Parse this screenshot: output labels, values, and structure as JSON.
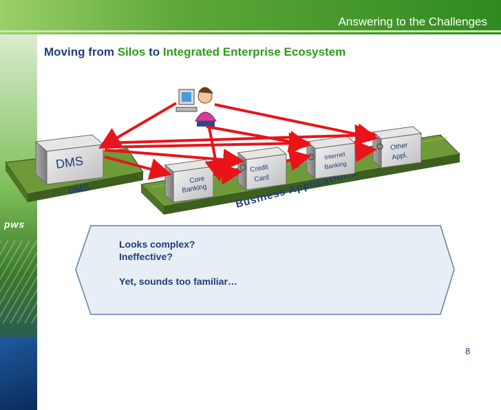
{
  "header": {
    "title": "Answering to the Challenges"
  },
  "subtitle": {
    "prefix": "Moving from ",
    "silos": "Silos",
    "mid": " to ",
    "target": "Integrated Enterprise Ecosystem"
  },
  "sidebar": {
    "logo": "pws"
  },
  "diagram": {
    "dms_box": "DMS",
    "dms_platform": "DMS",
    "platform_label": "Business Applications",
    "apps": [
      {
        "line1": "Core",
        "line2": "Banking"
      },
      {
        "line1": "Credit",
        "line2": "Card"
      },
      {
        "line1": "Internet",
        "line2": "Banking"
      },
      {
        "line1": "Other",
        "line2": "Appl."
      }
    ],
    "arrow_color": "#e8141a",
    "platform_color": "#6f9a3a"
  },
  "callout": {
    "line1": "Looks complex?",
    "line2": "Ineffective?",
    "line3": "Yet, sounds too familiar…"
  },
  "footer": {
    "page": "8"
  }
}
